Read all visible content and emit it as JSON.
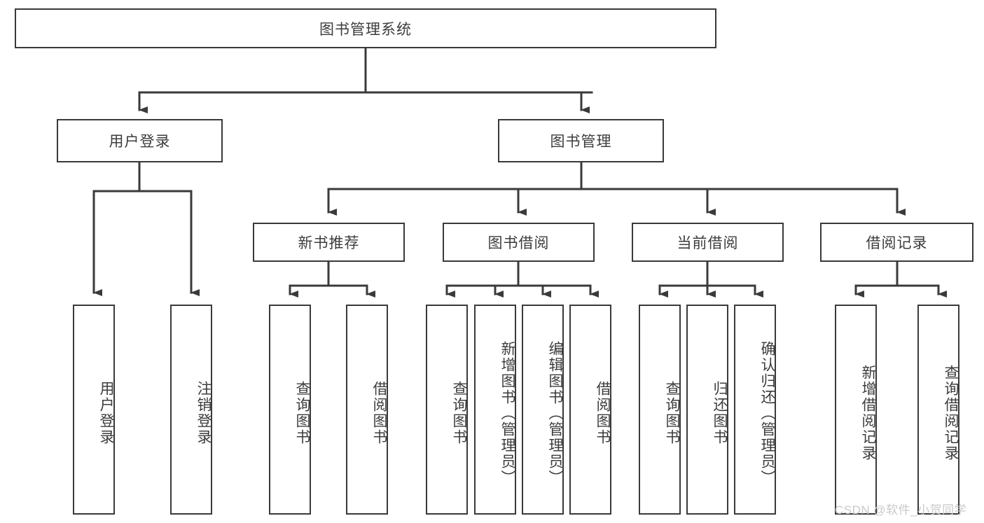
{
  "diagram": {
    "type": "hierarchy-tree",
    "title": "图书管理系统",
    "watermark": "CSDN @软件_小贺同学",
    "colors": {
      "box_border": "#3a3a3a",
      "box_fill": "#ffffff",
      "connector": "#3a3a3a",
      "text": "#3c3c3c",
      "watermark": "#c9c9c9"
    },
    "levels": {
      "root": {
        "label": "图书管理系统"
      },
      "level2": [
        {
          "label": "用户登录"
        },
        {
          "label": "图书管理"
        }
      ],
      "level3": [
        {
          "label": "新书推荐"
        },
        {
          "label": "图书借阅"
        },
        {
          "label": "当前借阅"
        },
        {
          "label": "借阅记录"
        }
      ],
      "leaves": [
        {
          "label": "用户登录",
          "parent": "用户登录"
        },
        {
          "label": "注销登录",
          "parent": "用户登录"
        },
        {
          "label": "查询图书",
          "parent": "新书推荐"
        },
        {
          "label": "借阅图书",
          "parent": "新书推荐"
        },
        {
          "label": "查询图书",
          "parent": "图书借阅"
        },
        {
          "label": "新增图书（管理员）",
          "parent": "图书借阅"
        },
        {
          "label": "编辑图书（管理员）",
          "parent": "图书借阅"
        },
        {
          "label": "借阅图书",
          "parent": "图书借阅"
        },
        {
          "label": "查询图书",
          "parent": "当前借阅"
        },
        {
          "label": "归还图书",
          "parent": "当前借阅"
        },
        {
          "label": "确认归还（管理员）",
          "parent": "当前借阅"
        },
        {
          "label": "新增借阅记录",
          "parent": "借阅记录"
        },
        {
          "label": "查询借阅记录",
          "parent": "借阅记录"
        }
      ]
    }
  }
}
